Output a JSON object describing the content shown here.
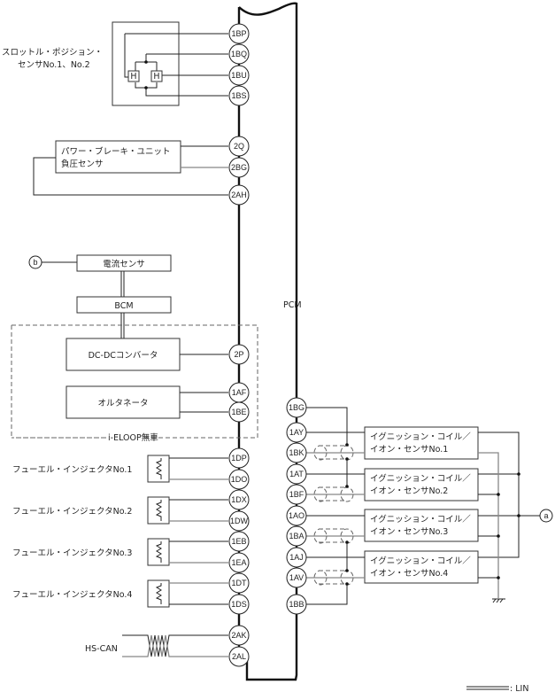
{
  "module": {
    "label": "PCM"
  },
  "throttle_sensor": {
    "label_line1": "スロットル・ポジション・",
    "label_line2": "センサNo.1、No.2",
    "element_label": "H",
    "pins": [
      "1BP",
      "1BQ",
      "1BU",
      "1BS"
    ]
  },
  "brake_sensor": {
    "label_line1": "パワー・ブレーキ・ユニット",
    "label_line2": "負圧センサ",
    "pins": [
      "2Q",
      "2BG",
      "2AH"
    ]
  },
  "current_sensor": {
    "label": "電流センサ",
    "connector": "b"
  },
  "bcm": {
    "label": "BCM"
  },
  "iloop_group": {
    "label": "i-ELOOP無車",
    "dcdc": {
      "label": "DC-DCコンバータ",
      "pin": "2P"
    },
    "alternator": {
      "label": "オルタネータ",
      "pins": [
        "1AF",
        "1BE"
      ]
    }
  },
  "injectors": [
    {
      "label": "フューエル・インジェクタNo.1",
      "pins": [
        "1DP",
        "1DO"
      ]
    },
    {
      "label": "フューエル・インジェクタNo.2",
      "pins": [
        "1DX",
        "1DW"
      ]
    },
    {
      "label": "フューエル・インジェクタNo.3",
      "pins": [
        "1EB",
        "1EA"
      ]
    },
    {
      "label": "フューエル・インジェクタNo.4",
      "pins": [
        "1DT",
        "1DS"
      ]
    }
  ],
  "can": {
    "label": "HS-CAN",
    "pins": [
      "2AK",
      "2AL"
    ]
  },
  "ignition": {
    "top_pin": "1BG",
    "bottom_pin": "1BB",
    "connector": "a",
    "coils": [
      {
        "line1": "イグニッション・コイル／",
        "line2": "イオン・センサNo.1",
        "pins": [
          "1AY",
          "1BK"
        ]
      },
      {
        "line1": "イグニッション・コイル／",
        "line2": "イオン・センサNo.2",
        "pins": [
          "1AT",
          "1BF"
        ]
      },
      {
        "line1": "イグニッション・コイル／",
        "line2": "イオン・センサNo.3",
        "pins": [
          "1AO",
          "1BA"
        ]
      },
      {
        "line1": "イグニッション・コイル／",
        "line2": "イオン・センサNo.4",
        "pins": [
          "1AJ",
          "1AV"
        ]
      }
    ]
  },
  "legend": {
    "label": ": LIN"
  }
}
